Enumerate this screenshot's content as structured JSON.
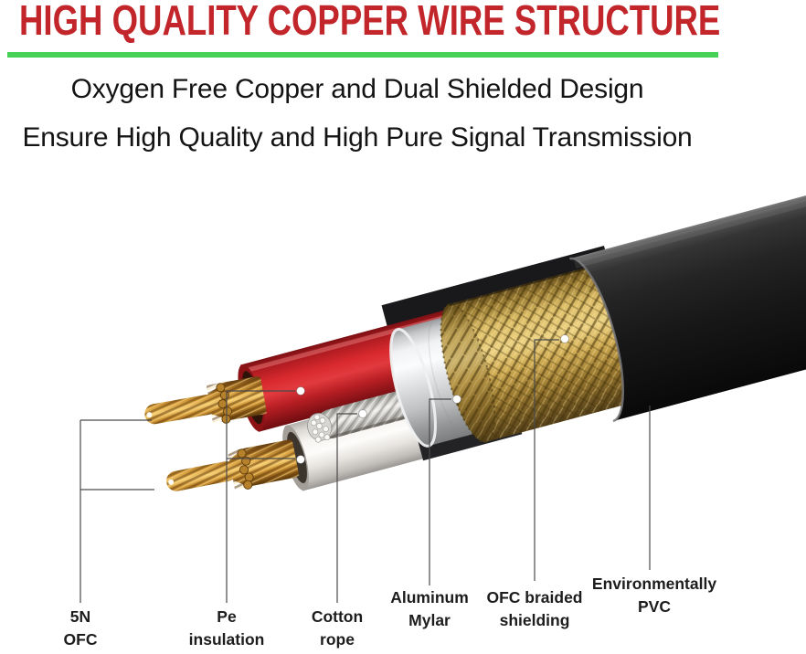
{
  "header": {
    "title": "HIGH QUALITY COPPER WIRE STRUCTURE",
    "title_color": "#c2262b",
    "divider_color": "#47d156",
    "subtitle_line1": "Oxygen Free Copper and Dual Shielded Design",
    "subtitle_line2": "Ensure High Quality and High Pure Signal Transmission",
    "text_color": "#141414"
  },
  "diagram": {
    "description": "Cutaway illustration of an audio cable showing each layer, with callout lines and white marker dots",
    "labels": [
      {
        "line1": "5N",
        "line2": "OFC"
      },
      {
        "line1": "Pe",
        "line2": "insulation"
      },
      {
        "line1": "Cotton",
        "line2": "rope"
      },
      {
        "line1": "Aluminum",
        "line2": "Mylar"
      },
      {
        "line1": "OFC braided",
        "line2": "shielding"
      },
      {
        "line1": "Environmentally",
        "line2": "PVC"
      }
    ],
    "colors": {
      "copper": "#d79e3c",
      "insulation_red": "#d8292e",
      "insulation_white": "#f6f4f1",
      "cotton_rope": "#eeece9",
      "aluminum_mylar": "#dcdee0",
      "ofc_braid": "#dcbd68",
      "pvc_jacket": "#1c1c1c",
      "callout_line": "#4a4a4a",
      "marker_dot": "#ffffff"
    }
  }
}
